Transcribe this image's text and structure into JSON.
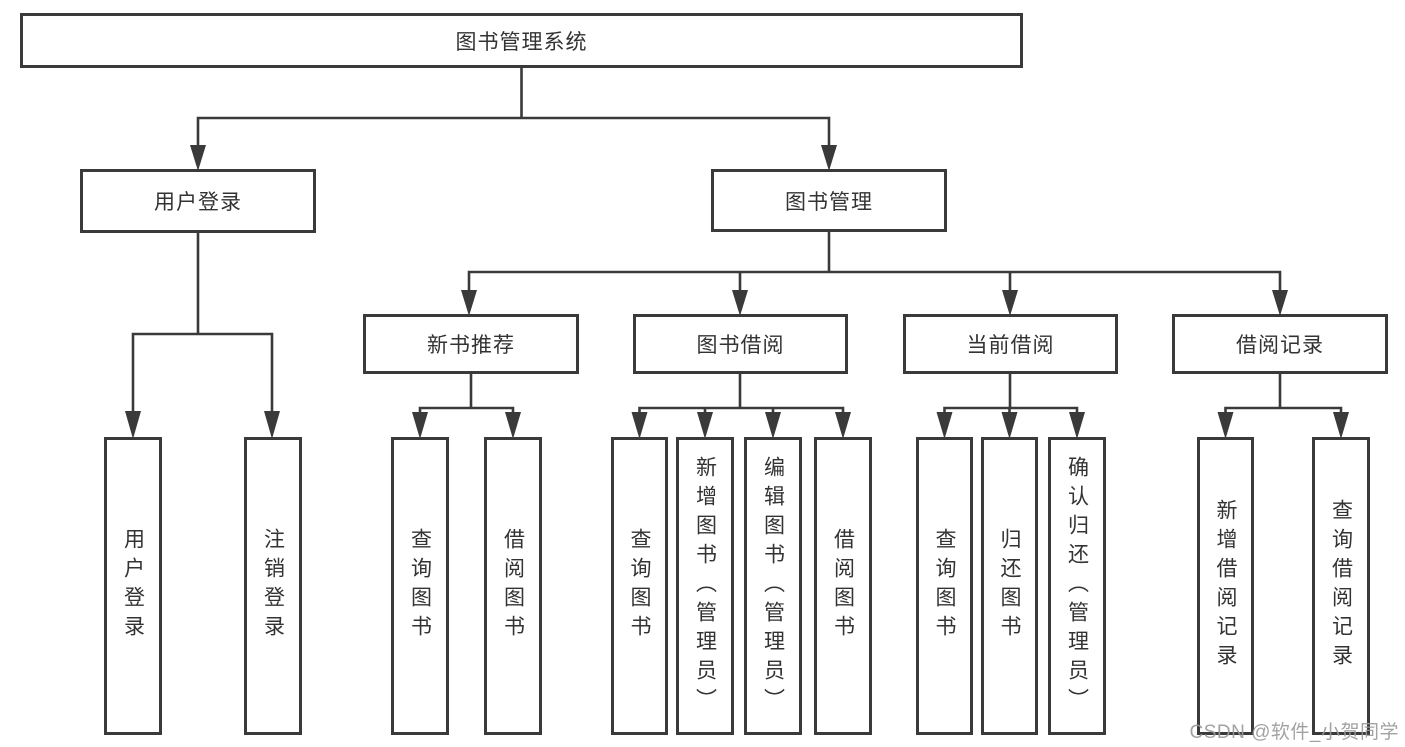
{
  "diagram": {
    "title": "图书管理系统",
    "watermark": "CSDN @软件_小贺同学",
    "colors": {
      "line": "#3a3a3a",
      "text": "#333333",
      "box_background": "#ffffff",
      "page_background": "#ffffff",
      "watermark": "#9b9b9b"
    },
    "tree": {
      "label": "图书管理系统",
      "children": [
        {
          "label": "用户登录",
          "children": [
            {
              "label": "用户登录"
            },
            {
              "label": "注销登录"
            }
          ]
        },
        {
          "label": "图书管理",
          "children": [
            {
              "label": "新书推荐",
              "children": [
                {
                  "label": "查询图书"
                },
                {
                  "label": "借阅图书"
                }
              ]
            },
            {
              "label": "图书借阅",
              "children": [
                {
                  "label": "查询图书"
                },
                {
                  "label": "新增图书（管理员）"
                },
                {
                  "label": "编辑图书（管理员）"
                },
                {
                  "label": "借阅图书"
                }
              ]
            },
            {
              "label": "当前借阅",
              "children": [
                {
                  "label": "查询图书"
                },
                {
                  "label": "归还图书"
                },
                {
                  "label": "确认归还（管理员）"
                }
              ]
            },
            {
              "label": "借阅记录",
              "children": [
                {
                  "label": "新增借阅记录"
                },
                {
                  "label": "查询借阅记录"
                }
              ]
            }
          ]
        }
      ]
    }
  }
}
